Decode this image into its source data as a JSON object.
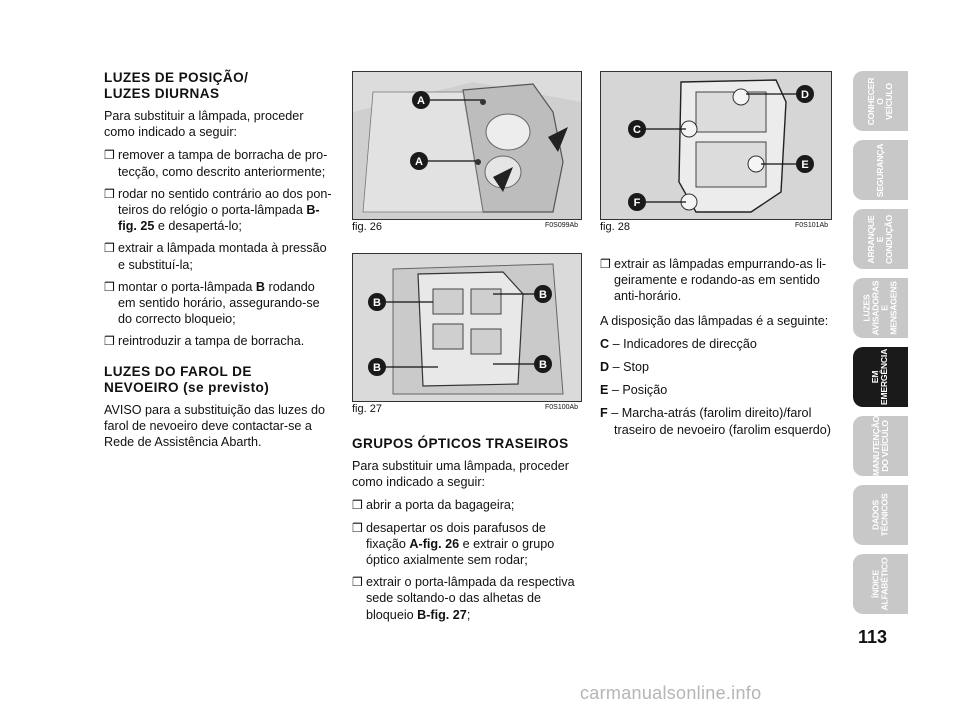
{
  "col1": {
    "heading1": "LUZES DE POSIÇÃO/",
    "heading1b": "LUZES DIURNAS",
    "intro": "Para substituir a lâmpada, proceder como indicado a seguir:",
    "b1": "remover a tampa de borracha de pro­tecção, como descrito anteriormente;",
    "b2a": "rodar no sentido contrário ao dos pon­teiros do relógio o porta-lâmpada ",
    "b2b": "B-fig. 25",
    "b2c": " e desapertá-lo;",
    "b3": "extrair a lâmpada montada à pressão e substituí-la;",
    "b4a": "montar o porta-lâmpada ",
    "b4b": "B",
    "b4c": " rodando em sentido horário, assegurando-se do co­rrecto bloqueio;",
    "b5": "reintroduzir a tampa de borracha.",
    "heading2": "LUZES DO FAROL DE",
    "heading2b": "NEVOEIRO (se previsto)",
    "p2": "AVISO para a substituição das luzes do fa­rol de nevoeiro deve contactar-se a Re­de de Assistência Abarth."
  },
  "col2": {
    "fig26_caption": "fig. 26",
    "fig26_code": "F0S099Ab",
    "fig27_caption": "fig. 27",
    "fig27_code": "F0S100Ab",
    "heading": "GRUPOS ÓPTICOS TRASEIROS",
    "intro": "Para substituir uma lâmpada, proceder co­mo indicado a seguir:",
    "b1": "abrir a porta da bagageira;",
    "b2a": "desapertar os dois parafusos de fixação ",
    "b2b": "A-fig. 26",
    "b2c": " e extrair o grupo óptico axial­mente sem rodar;",
    "b3a": "extrair o porta-lâmpada da respectiva sede soltando-o das alhetas de bloqueio ",
    "b3b": "B-fig. 27",
    "b3c": ";"
  },
  "col3": {
    "fig28_caption": "fig. 28",
    "fig28_code": "F0S101Ab",
    "b1": "extrair as lâmpadas empurrando-as li­geiramente e rodando-as em sentido anti-horário.",
    "p1": "A disposição das lâmpadas é a seguinte:",
    "items": [
      {
        "key": "C",
        "text": " – Indicadores de direcção"
      },
      {
        "key": "D",
        "text": " – Stop"
      },
      {
        "key": "E",
        "text": " – Posição"
      },
      {
        "key": "F",
        "text": " – Marcha-atrás (farolim direito)/farol tra­seiro de nevoeiro (farolim esquerdo)"
      }
    ]
  },
  "figure_labels": {
    "a": "A",
    "b": "B",
    "c": "C",
    "d": "D",
    "e": "E",
    "f": "F"
  },
  "tabs": [
    "CONHECER O\nVEÍCULO",
    "SEGURANÇA",
    "ARRANQUE\nE CONDUÇÃO",
    "LUZES\nAVISADORAS\nE MENSAGENS",
    "EM\nEMERGÊNCIA",
    "MANUTENÇÃO\nDO VEÍCULO",
    "DADOS\nTÉCNICOS",
    "ÍNDICE\nALFABÉTICO"
  ],
  "page_number": "113",
  "watermark": "carmanualsonline.info"
}
